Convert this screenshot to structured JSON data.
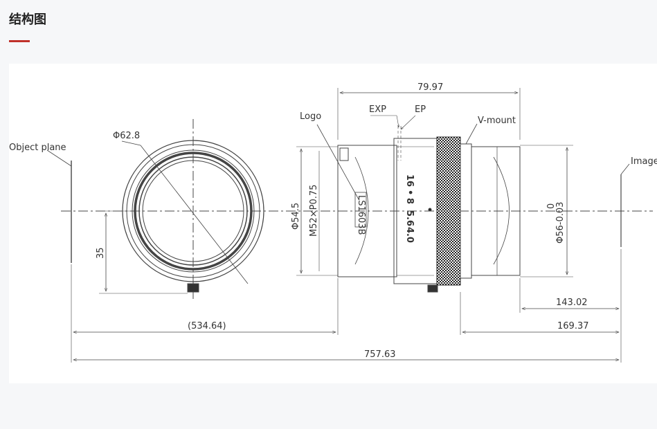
{
  "section": {
    "title": "结构图",
    "accent_color": "#c0312a"
  },
  "drawing": {
    "labels": {
      "object_plane": "Object plane",
      "image": "Image",
      "logo": "Logo",
      "exp": "EXP",
      "ep": "EP",
      "v_mount": "V-mount",
      "model": "LS1603B"
    },
    "dimensions": {
      "front_diameter": "Φ62.8",
      "height_35": "35",
      "object_distance": "(534.64)",
      "total_length": "757.63",
      "lens_length": "79.97",
      "thread": "M52×P0.75",
      "body_diameter": "Φ54.5",
      "mount_diameter": "Φ56-0.03",
      "mount_tol_upper": "0",
      "d_143": "143.02",
      "d_169": "169.37"
    },
    "aperture_scale": [
      "16",
      "•",
      "8",
      "5.6",
      "4.0"
    ]
  }
}
